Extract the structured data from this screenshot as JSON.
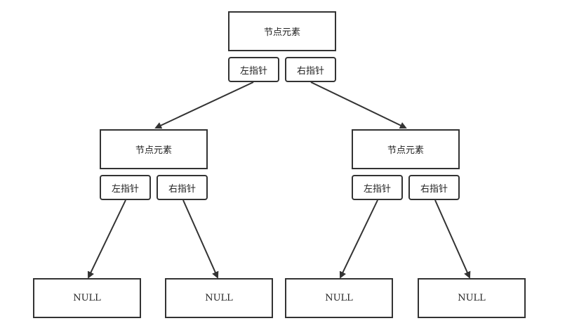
{
  "root": {
    "element": "节点元素",
    "left": "左指针",
    "right": "右指针"
  },
  "left_child": {
    "element": "节点元素",
    "left": "左指针",
    "right": "右指针"
  },
  "right_child": {
    "element": "节点元素",
    "left": "左指针",
    "right": "右指针"
  },
  "leaves": [
    "NULL",
    "NULL",
    "NULL",
    "NULL"
  ]
}
